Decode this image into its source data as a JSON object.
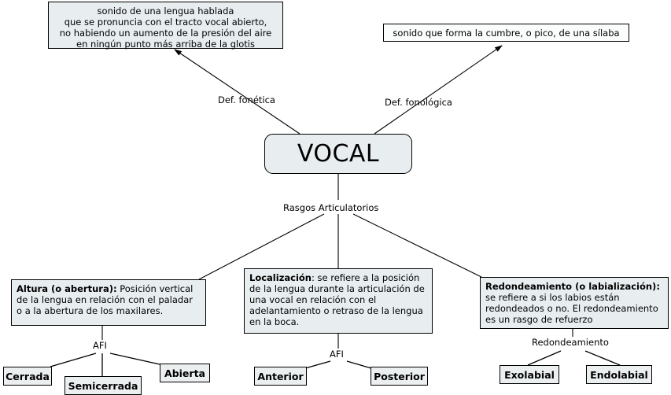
{
  "diagram": {
    "title": "VOCAL",
    "type": "concept-map",
    "language": "es",
    "colors": {
      "node_fill": "#e8eef0",
      "node_fill_white": "#fbfcfc",
      "leaf_fill": "#eceff0",
      "stroke": "#000000",
      "background": "#ffffff"
    }
  },
  "center": {
    "label": "VOCAL"
  },
  "definitions": {
    "phonetic": {
      "link_label": "Def. fonética",
      "lines": [
        "sonido de una lengua hablada",
        "que se pronuncia con el tracto vocal abierto,",
        "no habiendo un aumento de la presión del aire",
        "en ningún punto más arriba de la glotis"
      ]
    },
    "phonological": {
      "link_label": "Def. fonológica",
      "lines": [
        "sonido que forma la cumbre, o pico, de una sílaba"
      ]
    }
  },
  "articulatory": {
    "link_label": "Rasgos Articulatorios",
    "branches": [
      {
        "id": "altura",
        "heading": "Altura (o abertura):",
        "body": " Posición vertical de la lengua en relación con el paladar o a la abertura de los maxilares.",
        "sub_label": "AFI",
        "leaves": [
          "Cerrada",
          "Semicerrada",
          "Abierta"
        ]
      },
      {
        "id": "localizacion",
        "heading": "Localización",
        "body": ": se refiere a la posición de la lengua durante la articulación de una vocal en relación con el adelantamiento o retraso de la lengua en la boca.",
        "sub_label": "AFI",
        "leaves": [
          "Anterior",
          "Posterior"
        ]
      },
      {
        "id": "redondeamiento",
        "heading": "Redondeamiento (o labialización):",
        "body": " se refiere a si los labios están redondeados o no. El redondeamiento es un rasgo de refuerzo",
        "sub_label": "Redondeamiento",
        "leaves": [
          "Exolabial",
          "Endolabial"
        ]
      }
    ]
  }
}
